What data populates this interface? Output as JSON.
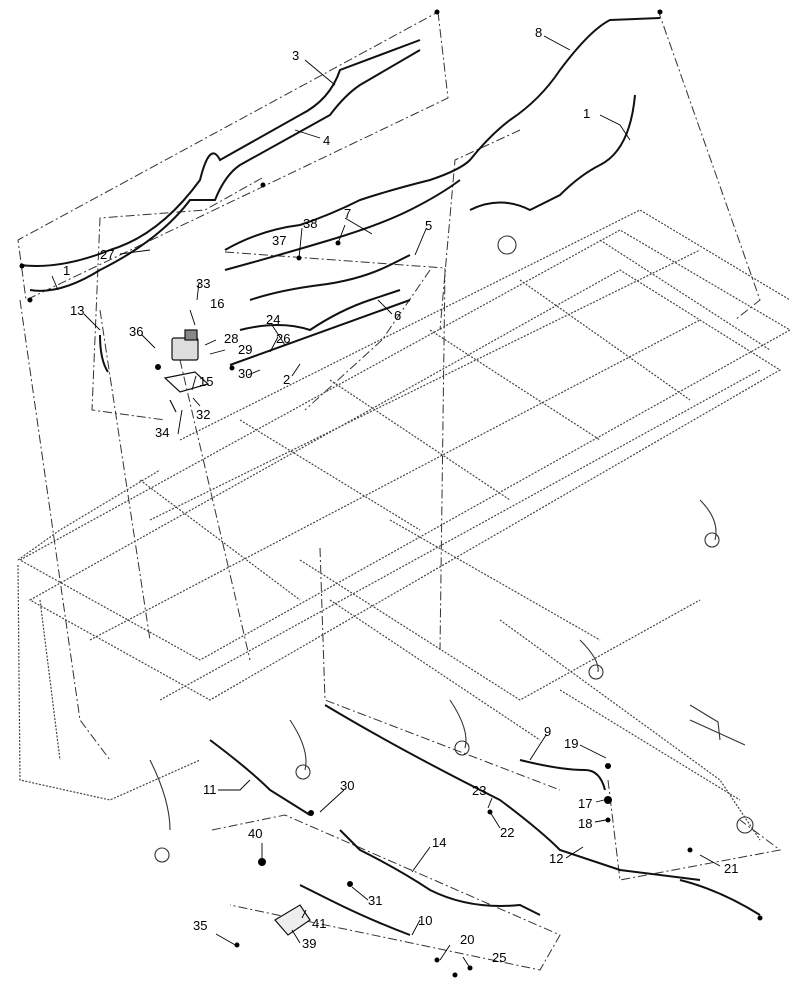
{
  "diagram": {
    "type": "exploded-parts-diagram",
    "callouts": [
      {
        "id": "c1a",
        "label": "1"
      },
      {
        "id": "c1b",
        "label": "1"
      },
      {
        "id": "c2",
        "label": "2"
      },
      {
        "id": "c3",
        "label": "3"
      },
      {
        "id": "c4",
        "label": "4"
      },
      {
        "id": "c5",
        "label": "5"
      },
      {
        "id": "c6",
        "label": "6"
      },
      {
        "id": "c7",
        "label": "7"
      },
      {
        "id": "c8",
        "label": "8"
      },
      {
        "id": "c9",
        "label": "9"
      },
      {
        "id": "c10",
        "label": "10"
      },
      {
        "id": "c11",
        "label": "11"
      },
      {
        "id": "c12",
        "label": "12"
      },
      {
        "id": "c13",
        "label": "13"
      },
      {
        "id": "c14",
        "label": "14"
      },
      {
        "id": "c15",
        "label": "15"
      },
      {
        "id": "c16",
        "label": "16"
      },
      {
        "id": "c17",
        "label": "17"
      },
      {
        "id": "c18",
        "label": "18"
      },
      {
        "id": "c19",
        "label": "19"
      },
      {
        "id": "c20",
        "label": "20"
      },
      {
        "id": "c21",
        "label": "21"
      },
      {
        "id": "c22",
        "label": "22"
      },
      {
        "id": "c23",
        "label": "23"
      },
      {
        "id": "c24",
        "label": "24"
      },
      {
        "id": "c25",
        "label": "25"
      },
      {
        "id": "c26",
        "label": "26"
      },
      {
        "id": "c27",
        "label": "27"
      },
      {
        "id": "c28",
        "label": "28"
      },
      {
        "id": "c29",
        "label": "29"
      },
      {
        "id": "c30a",
        "label": "30"
      },
      {
        "id": "c30b",
        "label": "30"
      },
      {
        "id": "c31",
        "label": "31"
      },
      {
        "id": "c32",
        "label": "32"
      },
      {
        "id": "c33",
        "label": "33"
      },
      {
        "id": "c34",
        "label": "34"
      },
      {
        "id": "c35",
        "label": "35"
      },
      {
        "id": "c36",
        "label": "36"
      },
      {
        "id": "c37",
        "label": "37"
      },
      {
        "id": "c38",
        "label": "38"
      },
      {
        "id": "c39",
        "label": "39"
      },
      {
        "id": "c40",
        "label": "40"
      },
      {
        "id": "c41",
        "label": "41"
      }
    ]
  }
}
